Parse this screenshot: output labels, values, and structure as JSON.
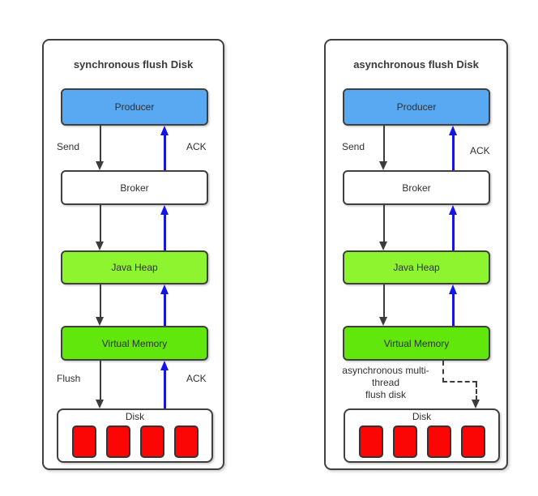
{
  "colors": {
    "producer_fill": "#59A9F2",
    "broker_fill": "#FFFFFF",
    "java_heap_fill": "#8DF42F",
    "virtual_memory_fill": "#61E70B",
    "disk_cell_fill": "#FB0505",
    "border": "#404040",
    "ack_arrow": "#1414E6",
    "flow_arrow": "#3C3C3C",
    "text": "#303030"
  },
  "panels": [
    {
      "title": "synchronous flush Disk",
      "nodes": {
        "producer": "Producer",
        "broker": "Broker",
        "java_heap": "Java Heap",
        "virtual_memory": "Virtual Memory",
        "disk": "Disk"
      },
      "labels": {
        "send": "Send",
        "ack_top": "ACK",
        "flush": "Flush",
        "ack_bottom": "ACK"
      }
    },
    {
      "title": "asynchronous flush Disk",
      "nodes": {
        "producer": "Producer",
        "broker": "Broker",
        "java_heap": "Java Heap",
        "virtual_memory": "Virtual Memory",
        "disk": "Disk"
      },
      "labels": {
        "send": "Send",
        "ack_top": "ACK",
        "note_line1": "asynchronous multi-",
        "note_line2": "thread",
        "note_line3": "flush disk"
      }
    }
  ]
}
